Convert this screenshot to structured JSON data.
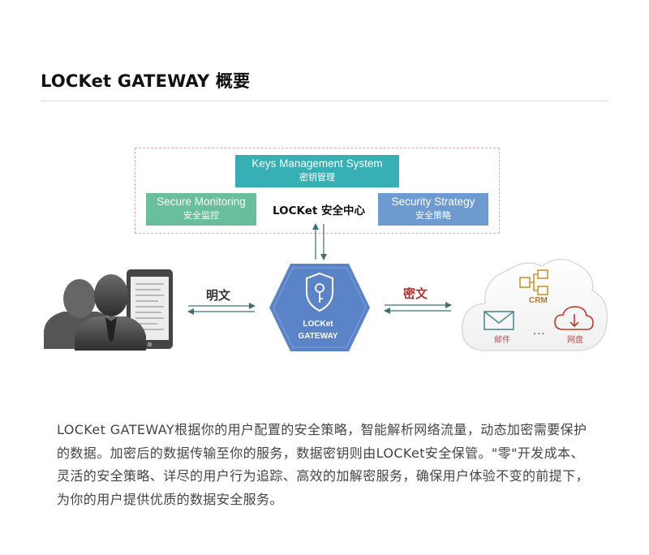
{
  "title": "LOCKet GATEWAY 概要",
  "diagram": {
    "kms": {
      "en": "Keys Management System",
      "zh": "密钥管理"
    },
    "monitoring": {
      "en": "Secure Monitoring",
      "zh": "安全监控"
    },
    "strategy": {
      "en": "Security Strategy",
      "zh": "安全策略"
    },
    "center_label": "LOCKet 安全中心",
    "plaintext_label": "明文",
    "ciphertext_label": "密文",
    "gateway_label_line1": "LOCKet",
    "gateway_label_line2": "GATEWAY",
    "cloud": {
      "crm_label": "CRM",
      "mail_label": "邮件",
      "disk_label": "网盘",
      "more_label": "···"
    },
    "colors": {
      "kms": "#36b0b4",
      "monitoring": "#69be9b",
      "strategy": "#6d9bd0",
      "gateway": "#5b84c8",
      "cipher_text": "#b33030",
      "arrow": "#3d6f73",
      "dashed_border": "#dda9c4"
    }
  },
  "description": "LOCKet GATEWAY根据你的用户配置的安全策略，智能解析网络流量，动态加密需要保护的数据。加密后的数据传输至你的服务，数据密钥则由LOCKet安全保管。\"零\"开发成本、灵活的安全策略、详尽的用户行为追踪、高效的加解密服务，确保用户体验不变的前提下，为你的用户提供优质的数据安全服务。"
}
